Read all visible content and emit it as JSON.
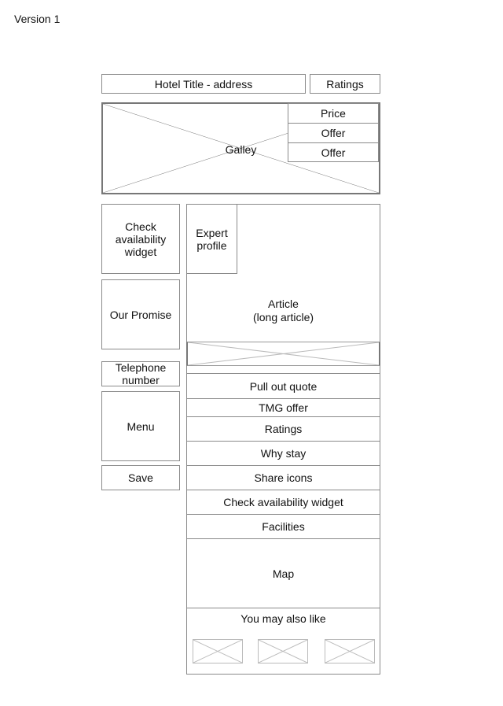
{
  "version_label": "Version 1",
  "header": {
    "title": "Hotel Title - address",
    "ratings": "Ratings"
  },
  "gallery": {
    "label": "Galley",
    "price": "Price",
    "offers": [
      "Offer",
      "Offer"
    ]
  },
  "left_column": {
    "check_availability": "Check availability widget",
    "our_promise": "Our Promise",
    "telephone": "Telephone number",
    "menu": "Menu",
    "save": "Save"
  },
  "main": {
    "expert_profile": "Expert profile",
    "article": "Article",
    "article_sub": "(long article)",
    "sections": [
      "Pull out quote",
      "TMG offer",
      "Ratings",
      "Why stay",
      "Share icons",
      "Check availability widget",
      "Facilities"
    ],
    "map": "Map",
    "also_like": "You may also like"
  }
}
